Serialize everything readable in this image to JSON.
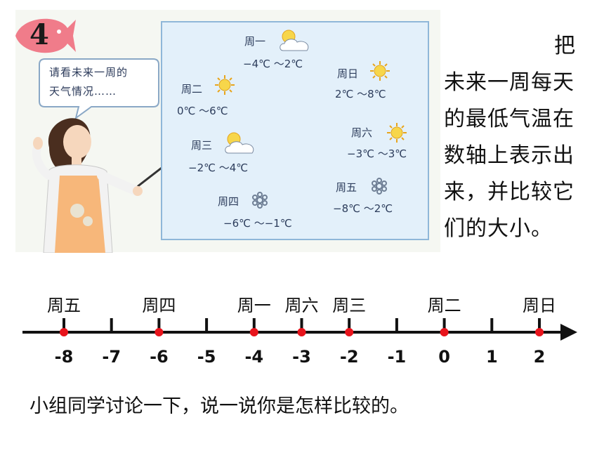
{
  "exercise": {
    "number": "4"
  },
  "speech_bubble": {
    "line1": "请看未来一周的",
    "line2": "天气情况……"
  },
  "forecast": [
    {
      "day": "周一",
      "range": "−4℃ ～2℃",
      "icon": "sun-cloud-icon"
    },
    {
      "day": "周日",
      "range": "2℃ ～8℃",
      "icon": "sun-icon"
    },
    {
      "day": "周二",
      "range": "0℃ ～6℃",
      "icon": "sun-icon"
    },
    {
      "day": "周六",
      "range": "−3℃ ～3℃",
      "icon": "sun-icon"
    },
    {
      "day": "周三",
      "range": "−2℃ ～4℃",
      "icon": "sun-cloud-icon"
    },
    {
      "day": "周五",
      "range": "−8℃ ～2℃",
      "icon": "snowflake-icon"
    },
    {
      "day": "周四",
      "range": "−6℃ ～−1℃",
      "icon": "snowflake-icon"
    }
  ],
  "instruction": {
    "first": "把",
    "rest": "未来一周每天的最低气温在数轴上表示出来，并比较它们的大小。"
  },
  "number_line": {
    "ticks": [
      "-8",
      "-7",
      "-6",
      "-5",
      "-4",
      "-3",
      "-2",
      "-1",
      "0",
      "1",
      "2"
    ],
    "points": [
      {
        "value": -8,
        "label": "周五"
      },
      {
        "value": -6,
        "label": "周四"
      },
      {
        "value": -4,
        "label": "周一"
      },
      {
        "value": -3,
        "label": "周六"
      },
      {
        "value": -2,
        "label": "周三"
      },
      {
        "value": 0,
        "label": "周二"
      },
      {
        "value": 2,
        "label": "周日"
      }
    ],
    "point_color": "#e8141c"
  },
  "discussion": "小组同学讨论一下，说一说你是怎样比较的。"
}
